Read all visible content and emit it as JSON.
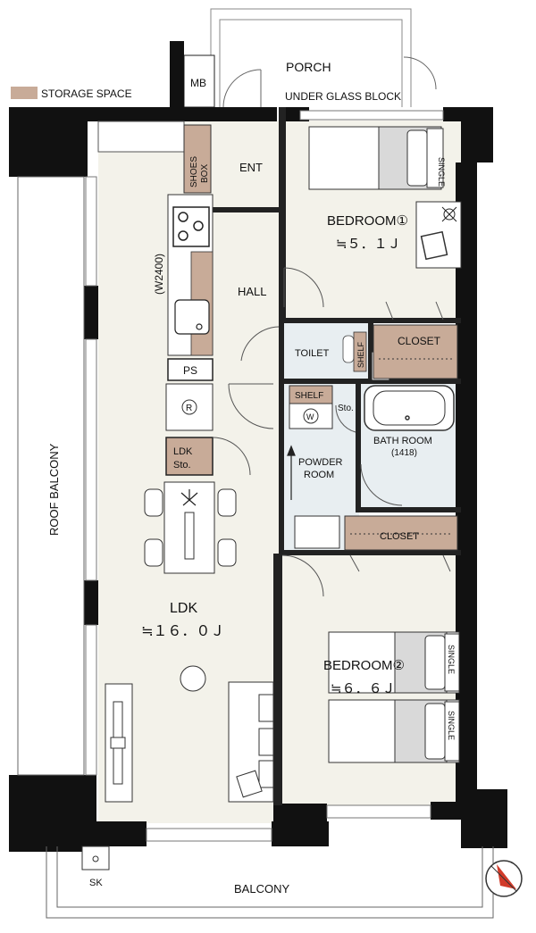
{
  "legend": {
    "label": "STORAGE SPACE",
    "color": "#c8ab98"
  },
  "colors": {
    "wall": "#111111",
    "floor": "#f3f2ea",
    "wet": "#e8eef1",
    "storage": "#c8ab98",
    "line": "#333333"
  },
  "labels": {
    "mb": "MB",
    "porch": "PORCH",
    "under_glass_block": "UNDER GLASS BLOCK",
    "shoes_box_1": "SHOES",
    "shoes_box_2": "BOX",
    "ent": "ENT",
    "kitchen_width": "(W2400)",
    "hall": "HALL",
    "ps_1": "PS",
    "ps_2": "PS",
    "fridge": "R",
    "ldk_sto_1": "LDK",
    "ldk_sto_2": "Sto.",
    "toilet": "TOILET",
    "toilet_shelf": "SHELF",
    "closet_1": "CLOSET",
    "shelf": "SHELF",
    "washer": "W",
    "sto": "Sto.",
    "bath_room": "BATH ROOM",
    "bath_size": "(1418)",
    "powder_room_1": "POWDER",
    "powder_room_2": "ROOM",
    "closet_2": "CLOSET",
    "ldk": "LDK",
    "ldk_area": "≒１６．０Ｊ",
    "bedroom1": "BEDROOM①",
    "bedroom1_area": "≒５．１Ｊ",
    "bedroom2": "BEDROOM②",
    "bedroom2_area": "≒６．６Ｊ",
    "single_1": "SINGLE",
    "single_2": "SINGLE",
    "single_3": "SINGLE",
    "roof_balcony": "ROOF BALCONY",
    "balcony": "BALCONY",
    "sk": "SK"
  },
  "icons": [
    "stove-icon",
    "sink-icon",
    "plant-icon",
    "lamp-icon",
    "compass-icon",
    "chair-icon"
  ]
}
